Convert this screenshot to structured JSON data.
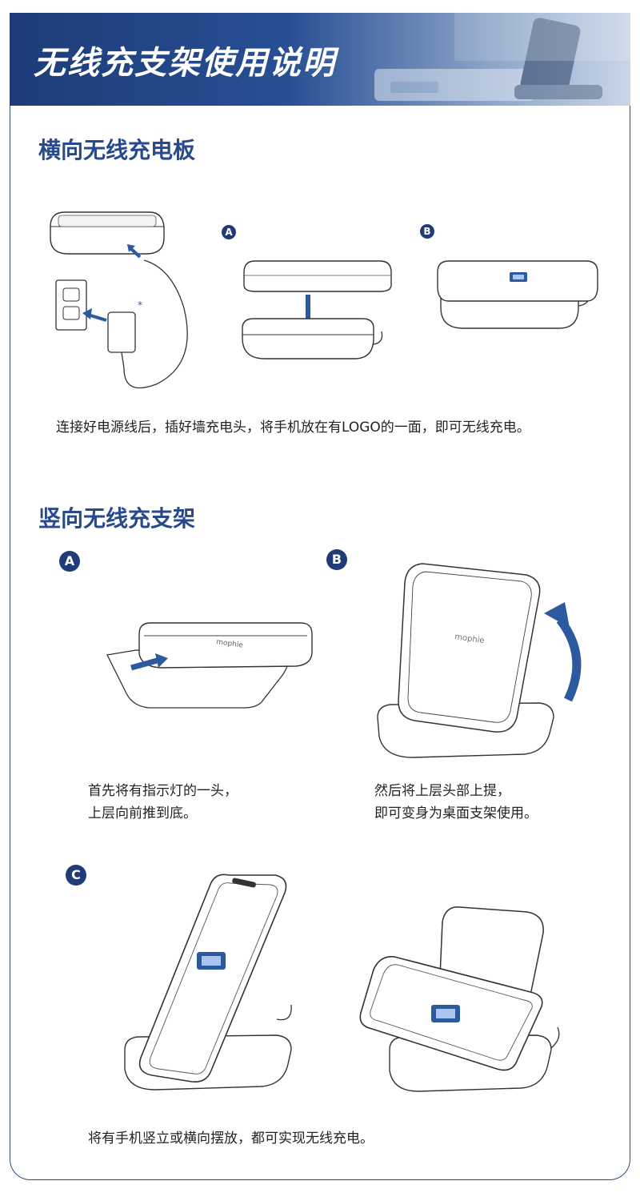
{
  "header": {
    "title": "无线充支架使用说明"
  },
  "horizontal": {
    "title": "横向无线充电板",
    "badge_a": "A",
    "badge_b": "B",
    "asterisk": "*",
    "caption": "连接好电源线后，插好墙充电头，将手机放在有LOGO的一面，即可无线充电。"
  },
  "vertical": {
    "title": "竖向无线充支架",
    "badge_a": "A",
    "badge_b": "B",
    "badge_c": "C",
    "step_a_line1": "首先将有指示灯的一头，",
    "step_a_line2": "上层向前推到底。",
    "step_b_line1": "然后将上层头部上提，",
    "step_b_line2": "即可变身为桌面支架使用。",
    "caption_c": "将有手机竖立或横向摆放，都可实现无线充电。"
  },
  "brand": "mophie",
  "colors": {
    "accent": "#274a8c",
    "arrow": "#2b5aa0"
  }
}
